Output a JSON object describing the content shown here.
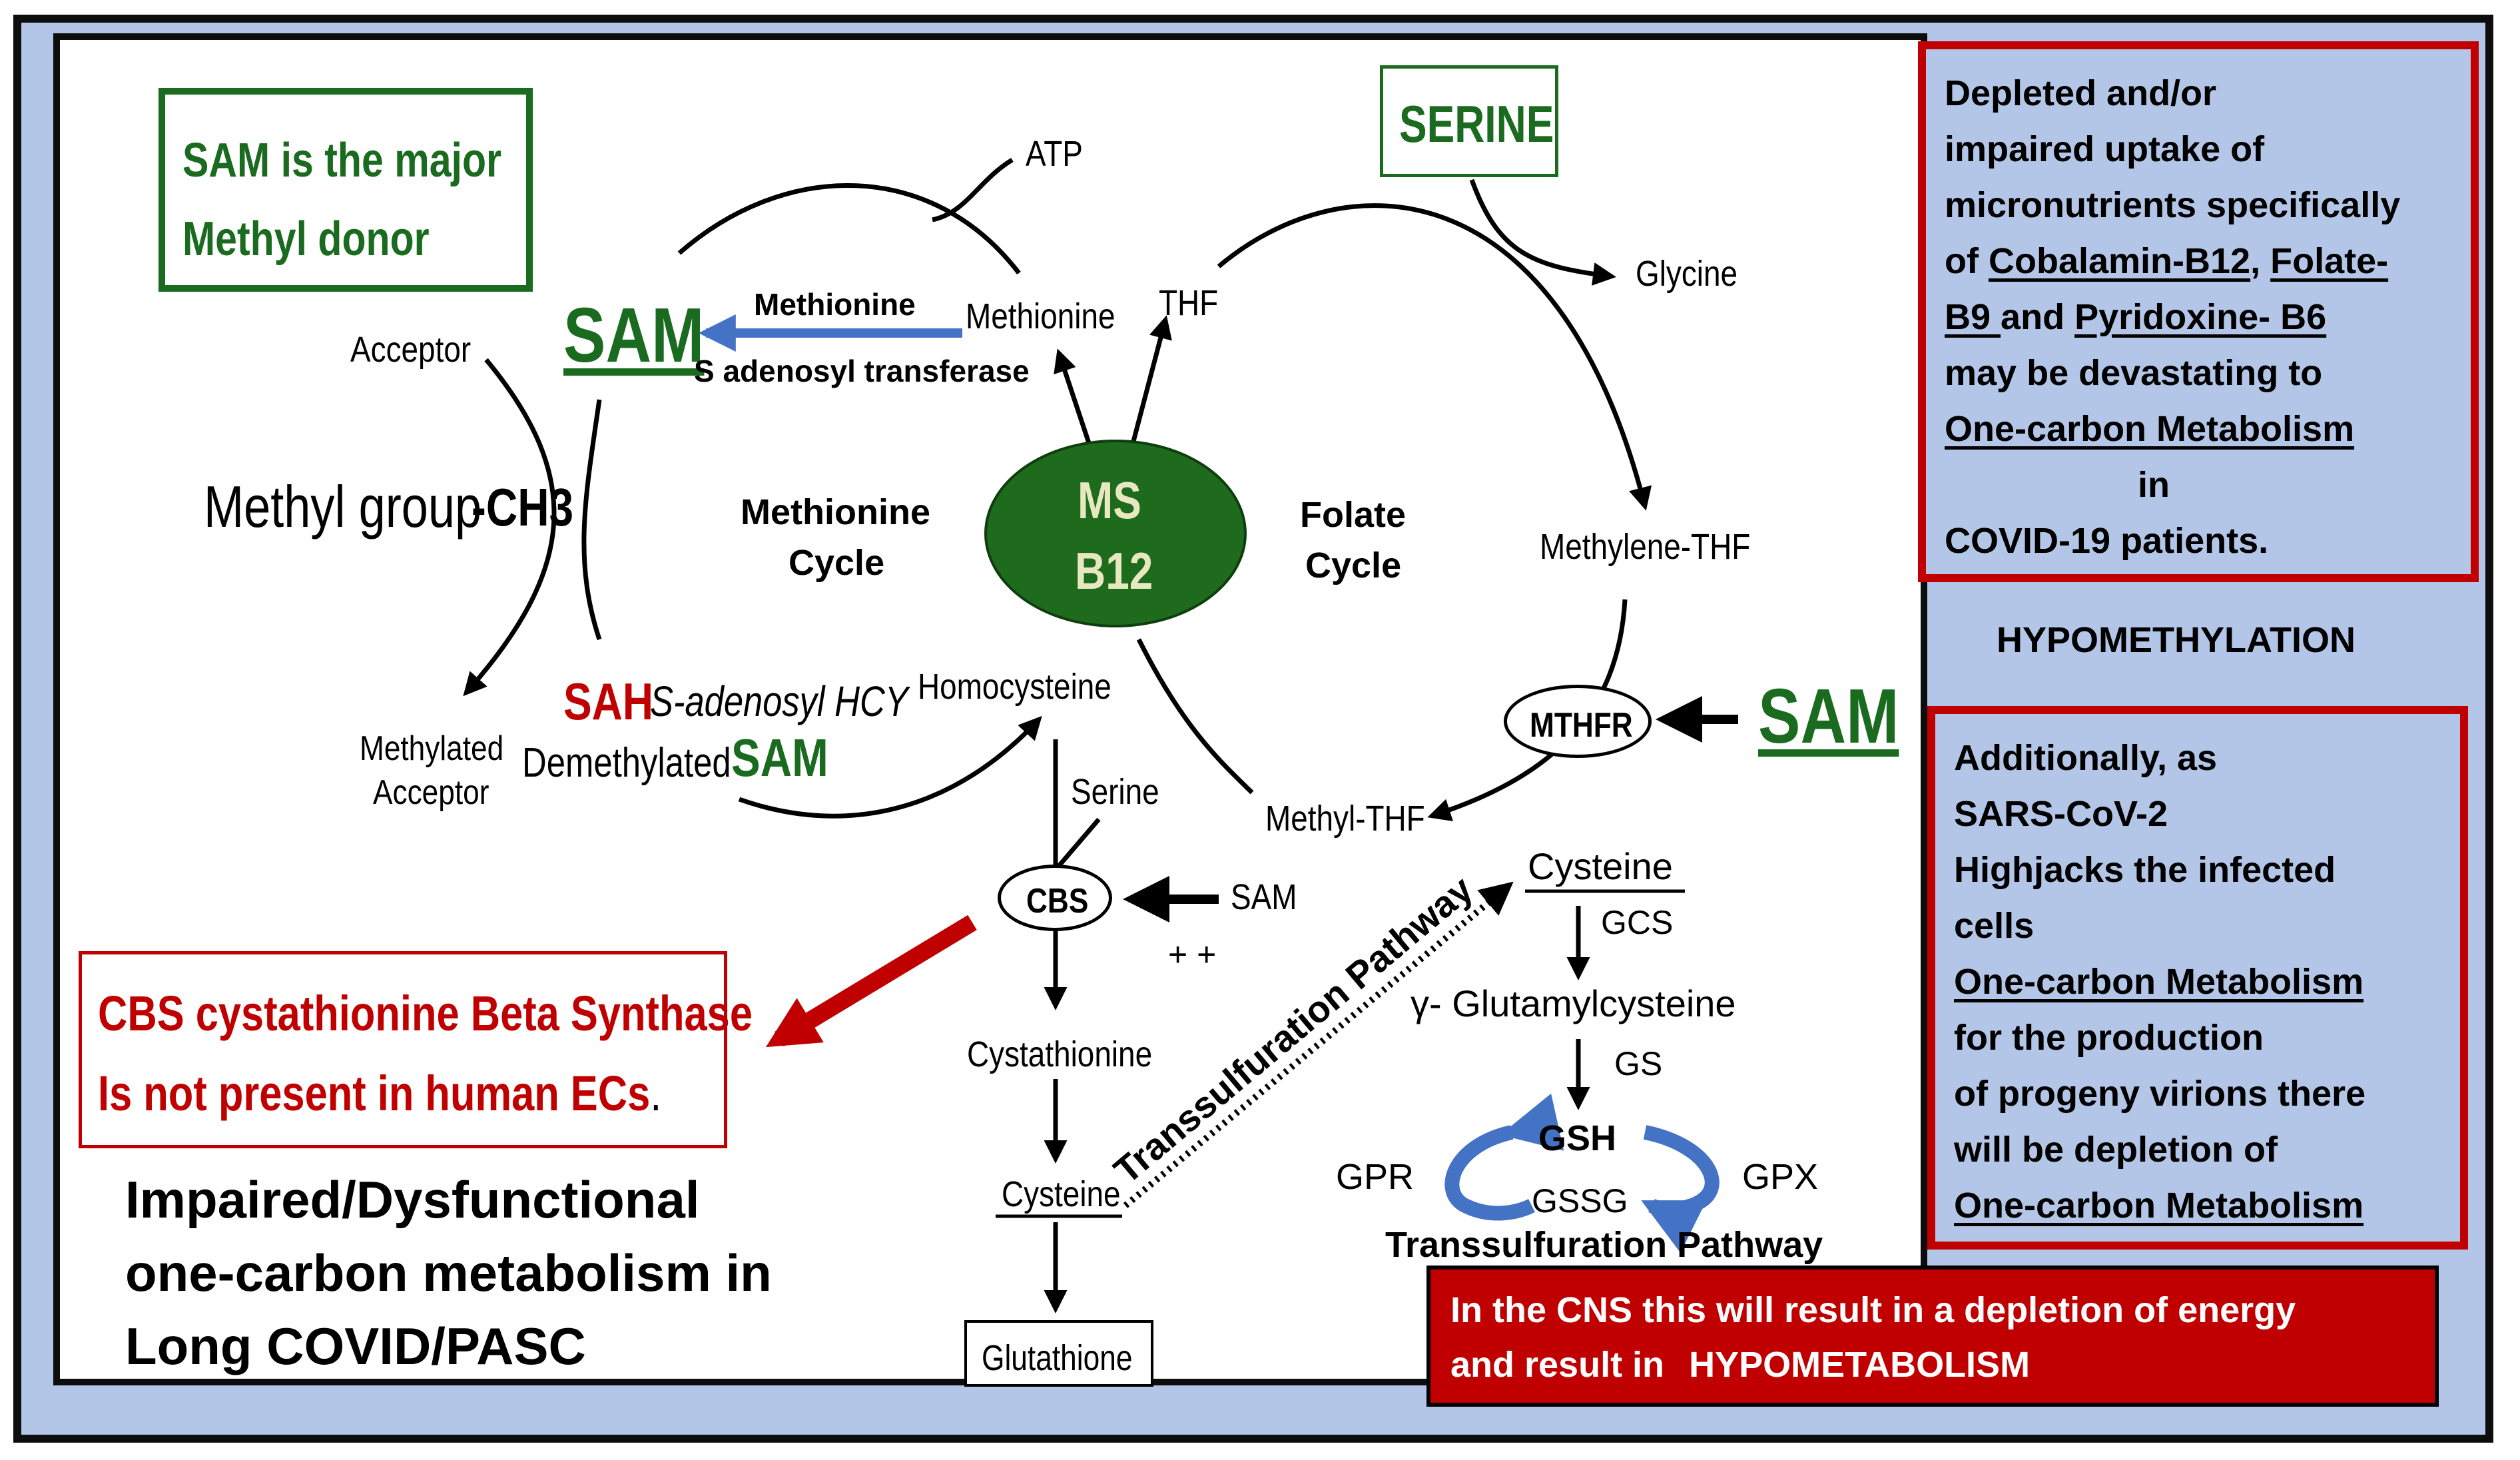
{
  "boxes": {
    "sam_major": "SAM is the major\nMethyl donor",
    "serine": "SERINE",
    "cbs_note_1": "CBS cystathionine Beta Synthase",
    "cbs_note_2": "Is not present in human ECs",
    "cbs_note_dot": ".",
    "glutathione": "Glutathione",
    "cns": "In the CNS this will result in a depletion of energy",
    "cns_2a": "and result in ",
    "cns_2b": "HYPOMETABOLISM"
  },
  "labels": {
    "atp": "ATP",
    "sam_main": "SAM",
    "methionine_arrow": "Methionine",
    "s_adenosyl": "S adenosyl transferase",
    "methionine": "Methionine",
    "thf": "THF",
    "glycine": "Glycine",
    "acceptor": "Acceptor",
    "methyl_group": "Methyl group",
    "ch3": "-CH3",
    "methionine_cycle_1": "Methionine",
    "methionine_cycle_2": "Cycle",
    "ms": "MS",
    "b12": "B12",
    "folate_cycle_1": "Folate",
    "folate_cycle_2": "Cycle",
    "methylene_thf": "Methylene-THF",
    "sah": "SAH",
    "s_adenosyl_hcy": "S-adenosyl HCY",
    "homocysteine": "Homocysteine",
    "mthfr": "MTHFR",
    "sam_mthfr": "SAM",
    "methylated_acceptor_1": "Methylated",
    "methylated_acceptor_2": "Acceptor",
    "demethylated": "Demethylated",
    "sam_demethylated": "SAM",
    "serine_small": "Serine",
    "methyl_thf": "Methyl-THF",
    "cbs": "CBS",
    "sam_cbs": "SAM",
    "plusplus": "+ +",
    "transsulfuration_diag": "Transsulfuration Pathway",
    "cysteine_right": "Cysteine",
    "gcs": "GCS",
    "glutamylcysteine": "γ- Glutamylcysteine",
    "gs": "GS",
    "cystathionine": "Cystathionine",
    "gsh": "GSH",
    "gpr": "GPR",
    "gpx": "GPX",
    "gssg": "GSSG",
    "cysteine_left": "Cysteine",
    "transsulfuration_bottom": "Transsulfuration Pathway"
  },
  "impaired": {
    "line1": "Impaired/Dysfunctional",
    "line2": "one-carbon metabolism in",
    "line3": "Long COVID/PASC"
  },
  "side": {
    "box1": {
      "l1": "Depleted and/or",
      "l2": "impaired uptake of",
      "l3": "micronutrients specifically",
      "l4a": "of ",
      "l4b": "Cobalamin-B12",
      "l4c": ", ",
      "l4d": "Folate-",
      "l5a": "B9 ",
      "l5b": "and ",
      "l5c": "Pyridoxine- B6",
      "l6": "may be devastating to",
      "l7": "One-carbon Metabolism",
      "l8": "in",
      "l9": "COVID-19 patients."
    },
    "hypomethylation": "HYPOMETHYLATION",
    "box2": {
      "l1": "Additionally, as",
      "l2": "SARS-CoV-2",
      "l3": "Highjacks the infected",
      "l4": "cells",
      "l5": "One-carbon Metabolism",
      "l6": "for the production",
      "l7": "of progeny virions there",
      "l8": "will be depletion of",
      "l9": "One-carbon Metabolism"
    }
  },
  "colors": {
    "background_blue": "#b4c6e7",
    "alert_red": "#c00000",
    "sam_green": "#1a6b1f",
    "ms_b12_fill": "#1e6b1e",
    "arrow_blue": "#4472c4"
  }
}
